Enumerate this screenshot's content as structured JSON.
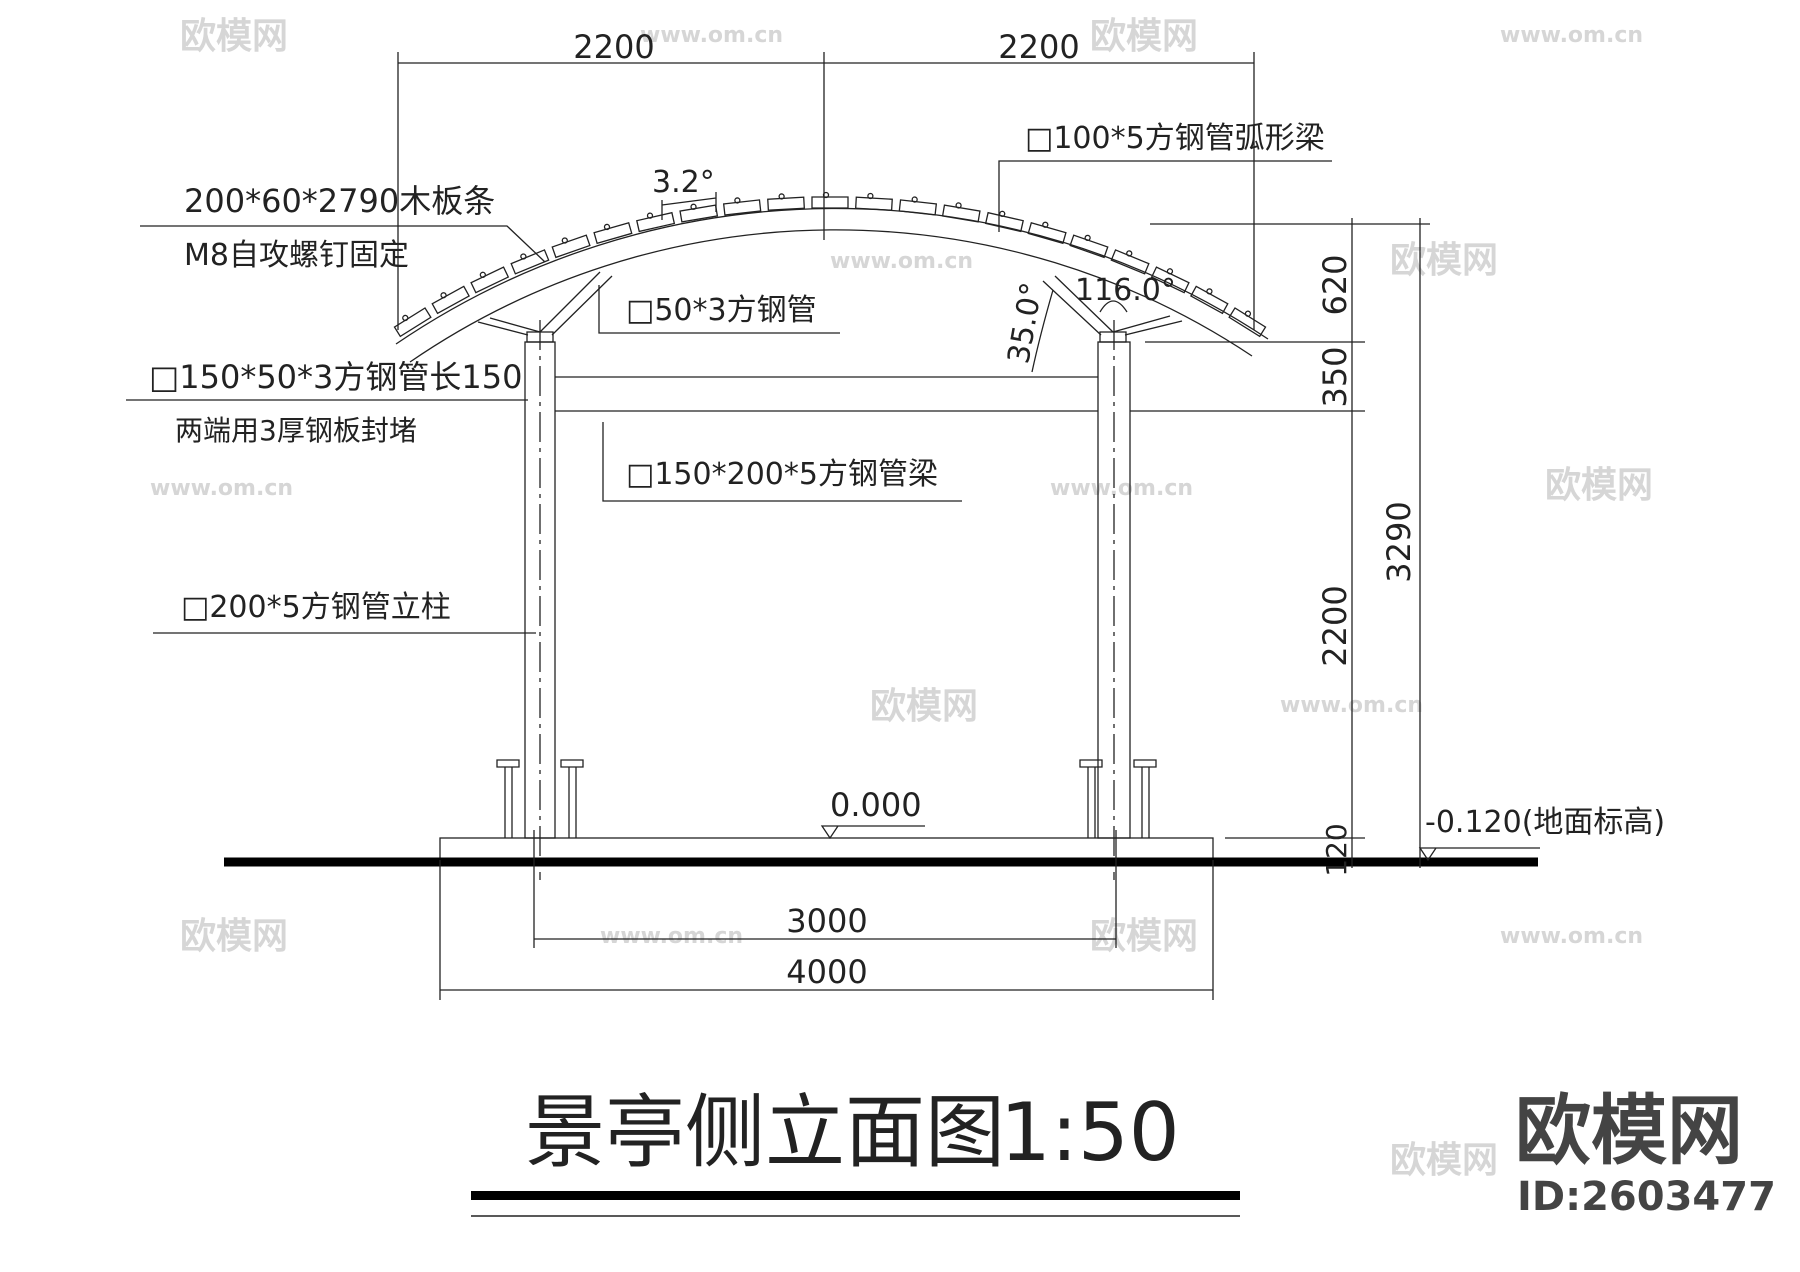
{
  "drawing": {
    "title": "景亭侧立面图",
    "scale": "1:50",
    "dimensions": {
      "top_left": "2200",
      "top_right": "2200",
      "bottom_inner": "3000",
      "bottom_outer": "4000",
      "v_620": "620",
      "v_350": "350",
      "v_2200": "2200",
      "v_120": "120",
      "v_total": "3290"
    },
    "angles": {
      "plank_spacing": "3.2°",
      "strut_left": "35.0°",
      "strut_apex": "116.0°"
    },
    "elevations": {
      "floor": "0.000",
      "ground": "-0.120(地面标高)"
    },
    "labels": {
      "plank": "200*60*2790木板条",
      "screw": "M8自攻螺钉固定",
      "arc_beam": "□100*5方钢管弧形梁",
      "strut": "□50*3方钢管",
      "cap": "□150*50*3方钢管长150",
      "cap_note": "两端用3厚钢板封堵",
      "beam": "□150*200*5方钢管梁",
      "column": "□200*5方钢管立柱"
    }
  },
  "watermark": {
    "brand": "欧模网",
    "url": "www.om.cn",
    "id": "ID:2603477"
  }
}
